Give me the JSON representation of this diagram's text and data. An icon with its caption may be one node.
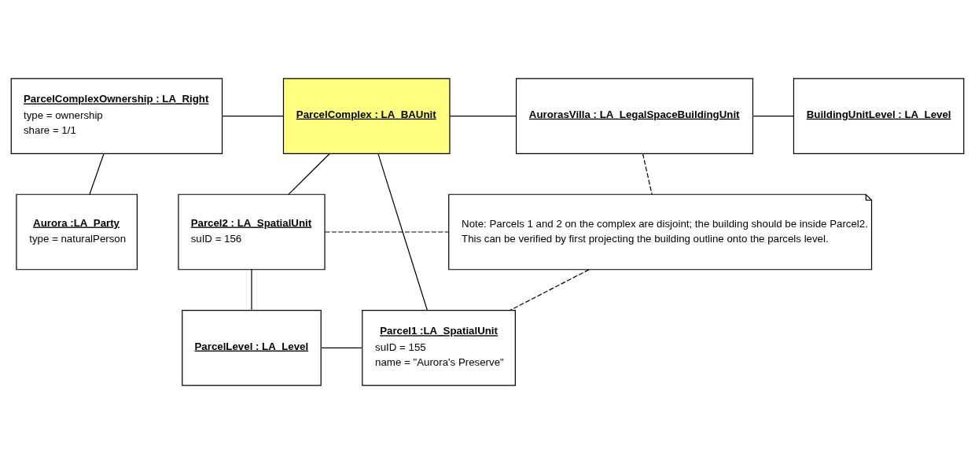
{
  "diagram": {
    "nodes": [
      {
        "text": [
          "ParcelComplexOwnership : LA_Right",
          "type = ownership",
          "share = 1/1"
        ]
      },
      {
        "text": [
          "ParcelComplex : LA_BAUnit"
        ]
      },
      {
        "text": [
          "AurorasVilla : LA_LegalSpaceBuildingUnit"
        ]
      },
      {
        "text": [
          "BuildingUnitLevel : LA_Level"
        ]
      },
      {
        "text": [
          "Aurora :LA_Party",
          "type = naturalPerson"
        ]
      },
      {
        "text": [
          "Parcel2 : LA_SpatialUnit",
          "suID = 156"
        ]
      },
      {
        "text": [
          "Note: Parcels 1 and 2 on the complex are disjoint; the building should be inside Parcel2.",
          "This can be verified by first projecting the building outline onto the parcels level."
        ]
      },
      {
        "text": [
          "ParcelLevel : LA_Level"
        ]
      },
      {
        "text": [
          "Parcel1 :LA_SpatialUnit",
          "suID = 155",
          "name = \"Aurora's Preserve\""
        ]
      }
    ],
    "edges": [
      {
        "from": 0,
        "to": 1,
        "arrow": "none"
      },
      {
        "from": 1,
        "to": 2,
        "arrow": "none"
      },
      {
        "from": 2,
        "to": 3,
        "arrow": "none"
      },
      {
        "from": 0,
        "to": 4,
        "arrow": "none"
      },
      {
        "from": 1,
        "to": 5,
        "arrow": "none"
      },
      {
        "from": 1,
        "to": 8,
        "arrow": "none"
      },
      {
        "from": 2,
        "to": 6,
        "arrow": "none",
        "style": "dashed"
      },
      {
        "from": 5,
        "to": 6,
        "arrow": "none",
        "style": "dashed"
      },
      {
        "from": 5,
        "to": 7,
        "arrow": "none"
      },
      {
        "from": 6,
        "to": 8,
        "arrow": "none",
        "style": "dashed"
      },
      {
        "from": 7,
        "to": 8,
        "arrow": "none"
      }
    ]
  }
}
